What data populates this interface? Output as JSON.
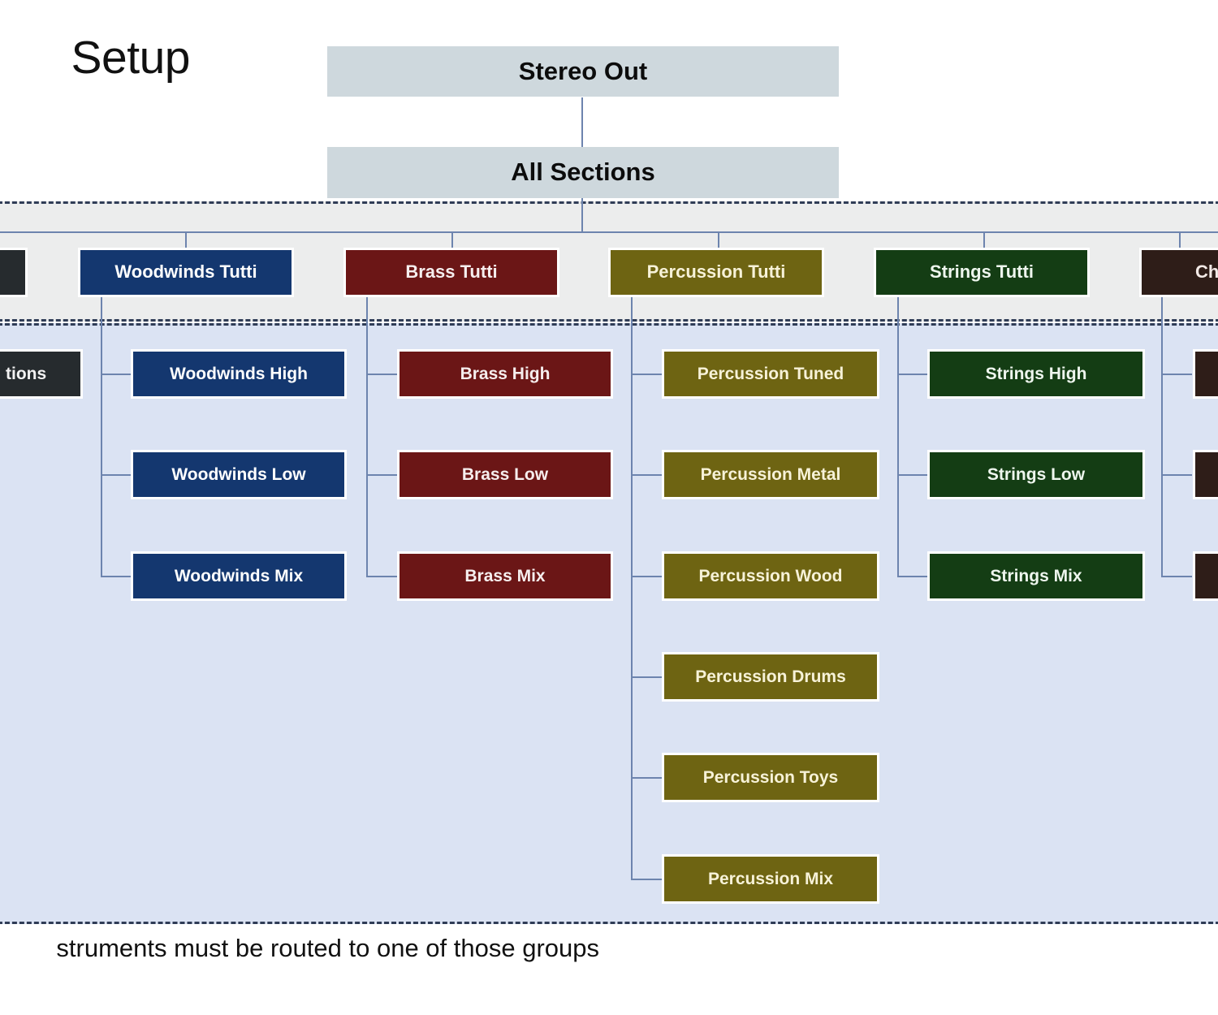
{
  "page": {
    "title": "Setup",
    "caption": "struments must be routed to one of those groups"
  },
  "diagram_data": {
    "type": "tree",
    "root": {
      "label": "Stereo Out"
    },
    "level2": {
      "label": "All Sections"
    },
    "bands": [
      {
        "name": "tutti-band",
        "fill": "#eceded"
      },
      {
        "name": "subgroup-band",
        "fill": "#dbe3f3"
      }
    ],
    "columns": [
      {
        "id": "cut-left",
        "color": "#262b2e",
        "tutti": "",
        "children": [
          "tions"
        ],
        "clipped": true
      },
      {
        "id": "woodwinds",
        "color": "#14376f",
        "tutti": "Woodwinds Tutti",
        "children": [
          "Woodwinds High",
          "Woodwinds Low",
          "Woodwinds Mix"
        ]
      },
      {
        "id": "brass",
        "color": "#6b1616",
        "tutti": "Brass Tutti",
        "children": [
          "Brass High",
          "Brass Low",
          "Brass Mix"
        ]
      },
      {
        "id": "percussion",
        "color": "#6e6412",
        "tutti": "Percussion Tutti",
        "children": [
          "Percussion Tuned",
          "Percussion Metal",
          "Percussion Wood",
          "Percussion Drums",
          "Percussion Toys",
          "Percussion Mix"
        ]
      },
      {
        "id": "strings",
        "color": "#143d14",
        "tutti": "Strings Tutti",
        "children": [
          "Strings High",
          "Strings Low",
          "Strings Mix"
        ]
      },
      {
        "id": "choir",
        "color": "#2e1d18",
        "tutti": "Ch",
        "children": [
          "",
          "",
          ""
        ],
        "clipped": true
      }
    ]
  }
}
